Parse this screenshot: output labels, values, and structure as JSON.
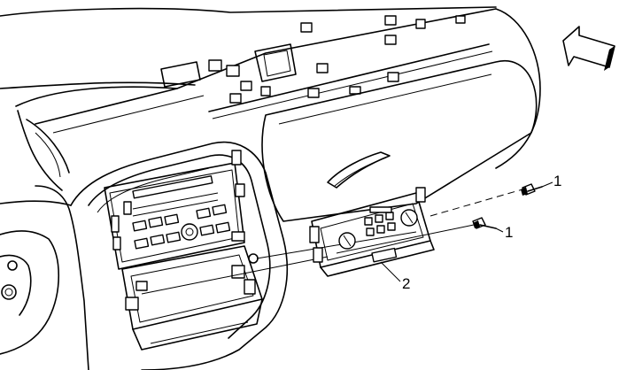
{
  "callouts": {
    "fastener_upper": "1",
    "fastener_lower": "1",
    "control_module": "2"
  },
  "icons": {
    "direction_arrow": "arrow-view-direction-icon"
  },
  "colors": {
    "line": "#000000",
    "background": "#ffffff"
  }
}
